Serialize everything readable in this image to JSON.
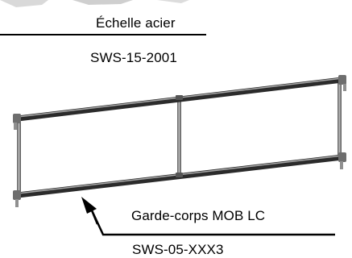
{
  "top_item": {
    "name": "Échelle acier",
    "code": "SWS-15-2001"
  },
  "bottom_item": {
    "name": "Garde-corps MOB LC",
    "code": "SWS-05-XXX3"
  }
}
